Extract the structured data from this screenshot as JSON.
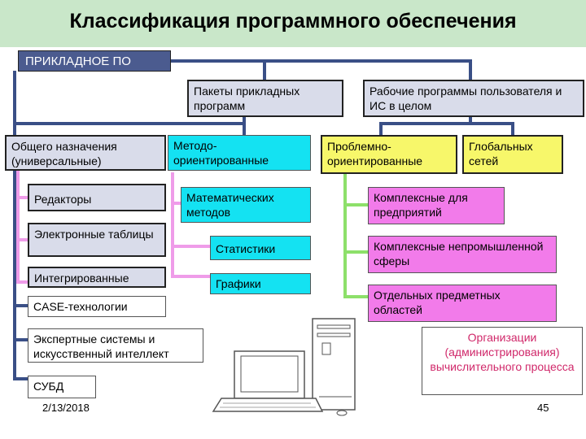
{
  "title": "Классификация программного обеспечения",
  "root": "ПРИКЛАДНОЕ ПО",
  "packages": "Пакеты прикладных программ",
  "user_programs": "Рабочие программы пользователя и ИС в целом",
  "general": "Общего назначения (универсальные)",
  "general_items": [
    "Редакторы",
    "Электронные таблицы",
    "Интегрированные",
    "CASE-технологии",
    "Экспертные системы и искусственный интеллект",
    "СУБД"
  ],
  "method_oriented": "Методо-ориентированные",
  "method_items": [
    "Математических методов",
    "Статистики",
    "Графики"
  ],
  "problem_oriented": "Проблемно-ориентированные",
  "global_networks": "Глобальных сетей",
  "problem_items": [
    "Комплексные для предприятий",
    "Комплексные непромышленной сферы",
    "Отдельных предметных областей"
  ],
  "admin": "Организации (администрирования) вычислительного процесса",
  "date": "2/13/2018",
  "page_number": "45",
  "colors": {
    "header_blue": "#4b5b8f",
    "level_lavender": "#d9dcea",
    "cyan": "#14e2f2",
    "yellow": "#f7f76a",
    "pink": "#f27bea",
    "connector_dark": "#3a4f86",
    "connector_pink": "#ef9ce9",
    "connector_green": "#8de06a"
  }
}
